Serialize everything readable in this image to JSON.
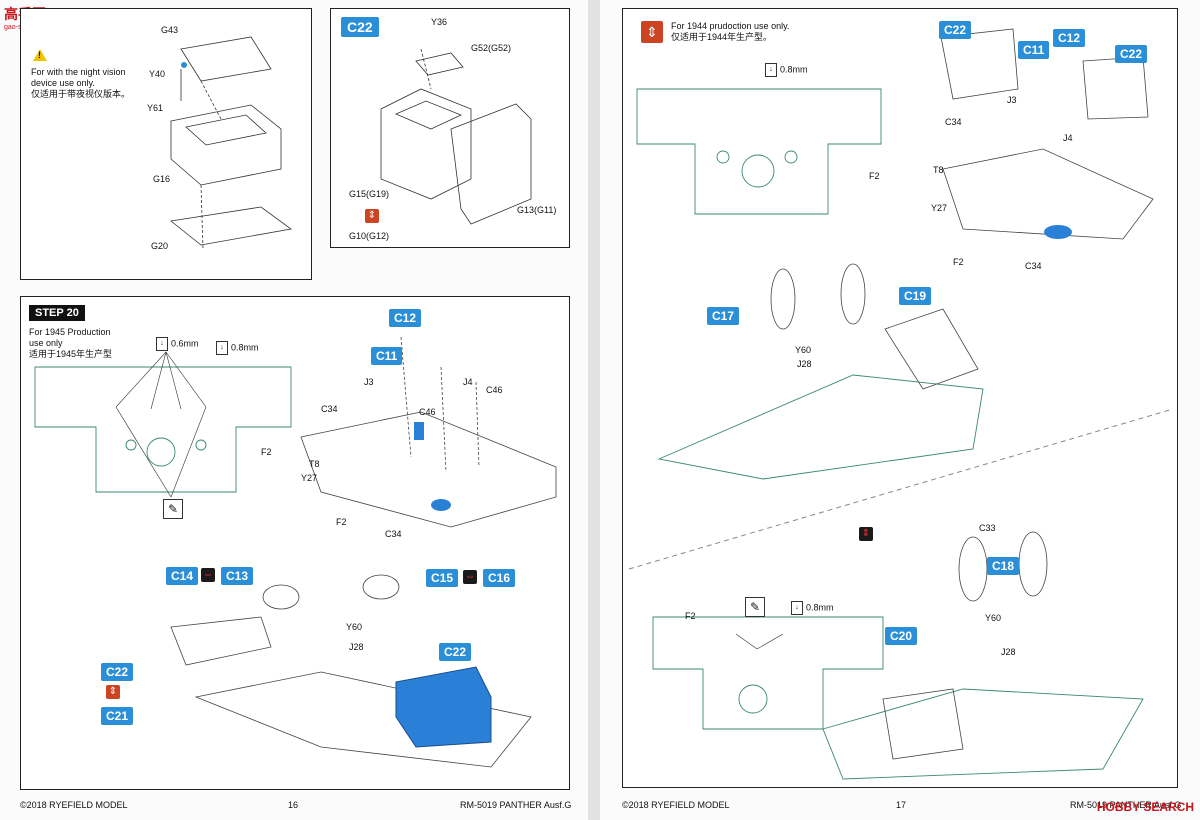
{
  "logo": {
    "brand": "高手网",
    "url": "gao-shou.com"
  },
  "watermark": "HOBBY SEARCH",
  "left_page": {
    "top_left_panel": {
      "note_en": "For with the night vision device use only.",
      "note_cn": "仅适用于带夜视仪版本。",
      "labels": [
        "G43",
        "Y40",
        "Y61",
        "G16",
        "G20"
      ]
    },
    "top_right_panel": {
      "tag": "C22",
      "labels": [
        "Y36",
        "G52(G52)",
        "G15(G19)",
        "G13(G11)",
        "G10(G12)"
      ]
    },
    "step20": {
      "step_label": "STEP 20",
      "note_en": "For 1945 Production use only",
      "note_cn": "适用于1945年生产型",
      "drill_1": "0.6mm",
      "drill_2": "0.8mm",
      "upper_labels": [
        "F2",
        "J3",
        "J4",
        "C34",
        "C46",
        "C46",
        "T8",
        "Y27",
        "F2",
        "C34"
      ],
      "tags_upper": [
        "C12",
        "C11"
      ],
      "tags_lower": [
        "C14",
        "C13",
        "C15",
        "C16",
        "C22",
        "C22",
        "C21"
      ],
      "lower_labels": [
        "Y60",
        "J28"
      ]
    },
    "footer": {
      "copyright": "©2018 RYEFIELD MODEL",
      "page": "16",
      "model": "RM-5019 PANTHER Ausf.G"
    }
  },
  "right_page": {
    "note_en": "For 1944 prudoction use only.",
    "note_cn": "仅适用于1944年生产型。",
    "drill": "0.8mm",
    "upper_tags": [
      "C22",
      "C11",
      "C12",
      "C22",
      "C17",
      "C19"
    ],
    "upper_labels": [
      "J3",
      "C34",
      "J4",
      "T8",
      "Y27",
      "F2",
      "C34",
      "F2",
      "Y60",
      "J28"
    ],
    "lower_tags": [
      "C18",
      "C20"
    ],
    "lower_labels": [
      "C33",
      "Y60",
      "J28",
      "F2"
    ],
    "lower_drill": "0.8mm",
    "footer": {
      "copyright": "©2018 RYEFIELD MODEL",
      "page": "17",
      "model": "RM-5019 PANTHER Ausf.G"
    }
  }
}
